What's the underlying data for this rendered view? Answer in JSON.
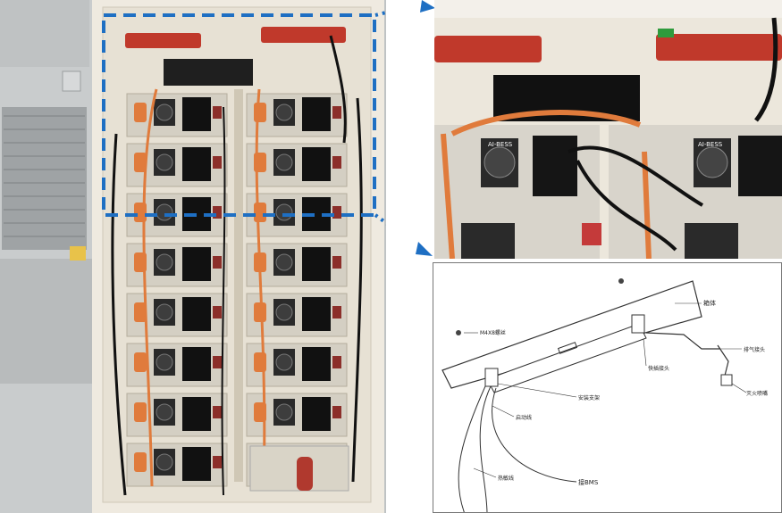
{
  "module_label": "AI-BESS",
  "diagram": {
    "labels": {
      "cover": "箱体",
      "screw": "M4X8螺丝",
      "bracket": "安装支架",
      "side_conn": "快插接头",
      "pipe_conn": "排气接头",
      "nozzle": "灭火喷嘴",
      "start_line": "启动线",
      "thermal_line": "热敏线",
      "to_bms": "接BMS"
    }
  },
  "colors": {
    "accent_dash": "#1e6fc3",
    "orange_cable": "#e07b3c",
    "red_extinguisher": "#c0392b"
  }
}
